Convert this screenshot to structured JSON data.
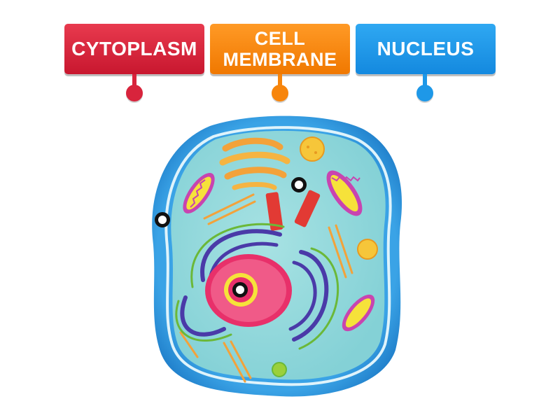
{
  "labels": [
    {
      "text": "CYTOPLASM",
      "color": "#d8243c"
    },
    {
      "text": "CELL\nMEMBRANE",
      "color": "#f7850c"
    },
    {
      "text": "NUCLEUS",
      "color": "#1e98e8"
    }
  ],
  "colors": {
    "membrane": "#2f95de",
    "cytoplasm": "#8fd8dc",
    "nucleus": "#e8306a",
    "nucleolus": "#f6e23a",
    "golgi": "#f3a23a",
    "mitochondria": "#c844b0",
    "centrioles": "#e23a34",
    "er": "#4a3aa8"
  },
  "icons": [
    "drag-tile",
    "drop-target-pin",
    "hotspot-ring"
  ]
}
